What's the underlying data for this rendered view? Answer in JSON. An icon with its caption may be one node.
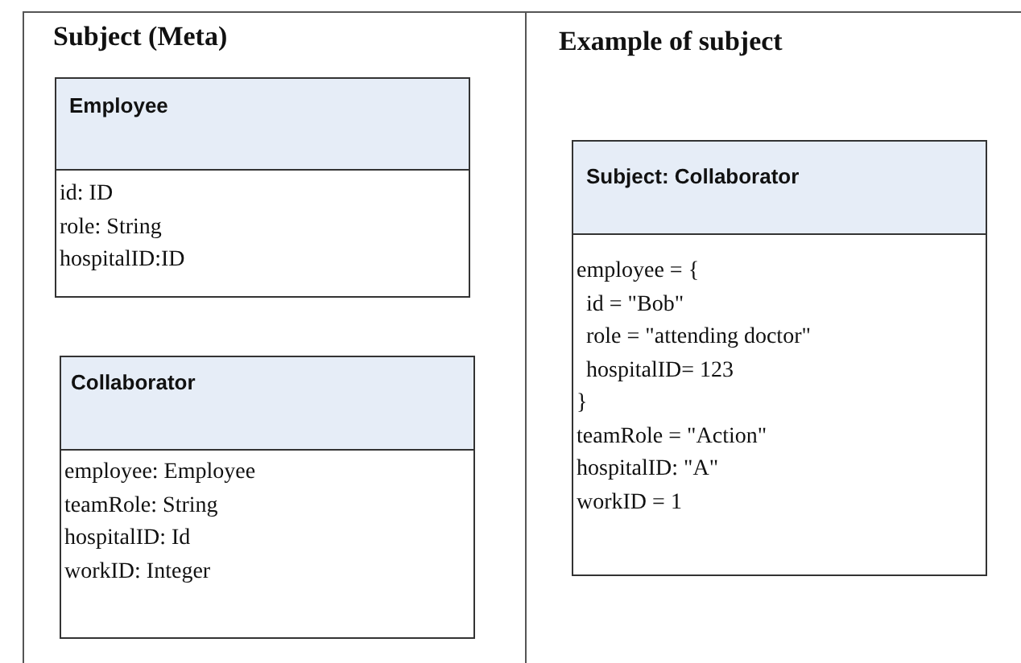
{
  "diagram": {
    "nodes": [
      {
        "text": [
          "Subject (Meta)"
        ]
      },
      {
        "text": [
          "Employee",
          "id: ID",
          "role: String",
          "hospitalID:ID"
        ],
        "in": 0
      },
      {
        "text": [
          "Collaborator",
          "employee: Employee",
          "teamRole: String",
          "hospitalID: Id",
          "workID: Integer"
        ],
        "in": 0
      },
      {
        "text": [
          "Example of subject"
        ]
      },
      {
        "text": [
          "Subject: Collaborator",
          "employee =  {",
          "id = \"Bob\"",
          "role = \"attending doctor\"",
          "hospitalID= 123",
          "}",
          "teamRole = \"Action\"",
          "hospitalID: \"A\"",
          "workID = 1"
        ],
        "in": 3
      }
    ],
    "edges": []
  }
}
